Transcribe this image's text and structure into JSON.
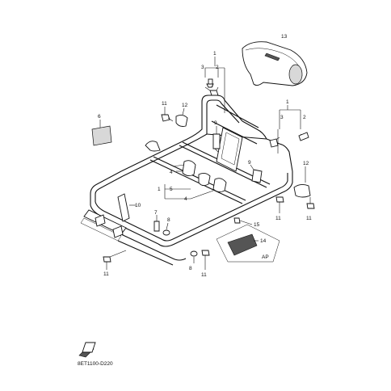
{
  "callouts": {
    "c1_top": "1",
    "c2_top": "2",
    "c3_top": "3",
    "c13": "13",
    "c1_right": "1",
    "c3_right": "3",
    "c2_right": "2",
    "c11_a": "11",
    "c12_a": "12",
    "c6": "6",
    "c9_a": "9",
    "c4_a": "4",
    "c5": "5",
    "c1_mid": "1",
    "c4_b": "4",
    "c9_b": "9",
    "c10": "10",
    "c7": "7",
    "c8_a": "8",
    "c12_b": "12",
    "c11_b": "11",
    "c11_c": "11",
    "c15": "15",
    "c14": "14",
    "c_ap": "AP",
    "c11_d": "11",
    "c8_b": "8",
    "c11_e": "11"
  },
  "footer": {
    "diagram_code": "8ET1100-D220"
  }
}
